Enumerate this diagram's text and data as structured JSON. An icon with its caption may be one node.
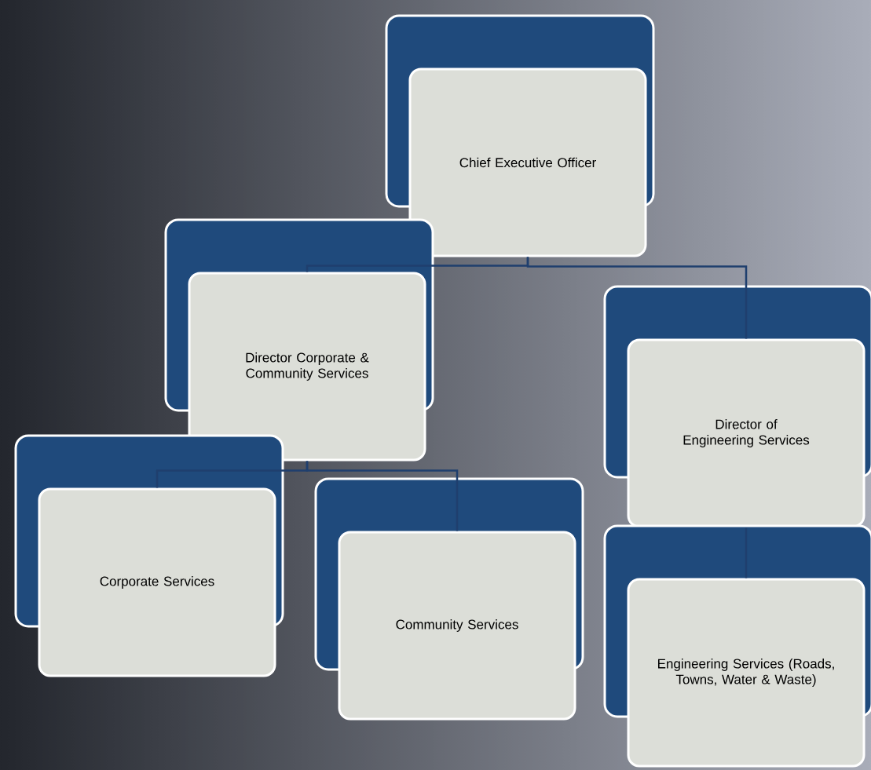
{
  "diagram": {
    "nodes": [
      {
        "text": [
          "Chief Executive Officer"
        ]
      },
      {
        "text": [
          "Director Corporate & Community Services"
        ]
      },
      {
        "text": [
          "Director of Engineering Services"
        ]
      },
      {
        "text": [
          "Corporate Services"
        ]
      },
      {
        "text": [
          "Community Services"
        ]
      },
      {
        "text": [
          "Engineering Services (Roads, Towns, Water & Waste)"
        ]
      }
    ],
    "edges": [
      {
        "from": 0,
        "to": 1,
        "arrow": "none"
      },
      {
        "from": 0,
        "to": 2,
        "arrow": "none"
      },
      {
        "from": 1,
        "to": 3,
        "arrow": "none"
      },
      {
        "from": 1,
        "to": 4,
        "arrow": "none"
      },
      {
        "from": 2,
        "to": 5,
        "arrow": "none"
      }
    ]
  }
}
